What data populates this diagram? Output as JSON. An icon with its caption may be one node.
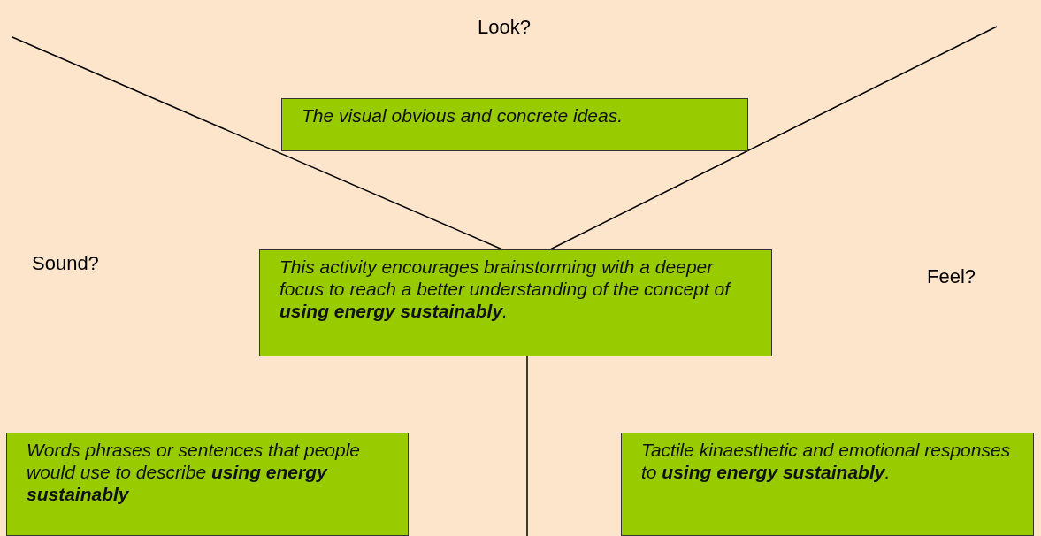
{
  "diagram": {
    "nodes": [
      {
        "text": [
          "The visual obvious and concrete ideas."
        ]
      },
      {
        "text": [
          "This activity encourages brainstorming with a deeper focus to reach a better understanding of the concept of **using energy sustainably**."
        ]
      },
      {
        "text": [
          "Words phrases or sentences that people would use to describe **using energy sustainably**"
        ]
      },
      {
        "text": [
          "Tactile kinaesthetic and emotional responses to **using energy sustainably**."
        ]
      }
    ],
    "edges": [],
    "labels": [
      "Look?",
      "Sound?",
      "Feel?"
    ]
  }
}
